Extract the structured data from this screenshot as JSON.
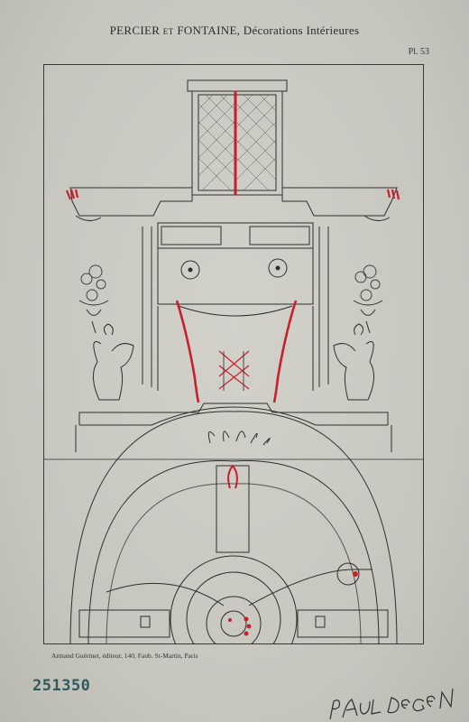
{
  "header": {
    "authors_a": "PERCIER",
    "conj": "ET",
    "authors_b": "FONTAINE,",
    "subtitle": "Décorations Intérieures"
  },
  "plate_number": "Pl. 53",
  "publisher_caption": "Armand Guérinet, éditeur, 140, Faub. St-Martin, Paris",
  "inventory_number": "251350",
  "signature_text": "PAUL DEGEN",
  "colors": {
    "paper": "#cbcac3",
    "ink": "#2e2e2e",
    "accent_red": "#c8202a",
    "number_teal": "#2f5a5d"
  }
}
